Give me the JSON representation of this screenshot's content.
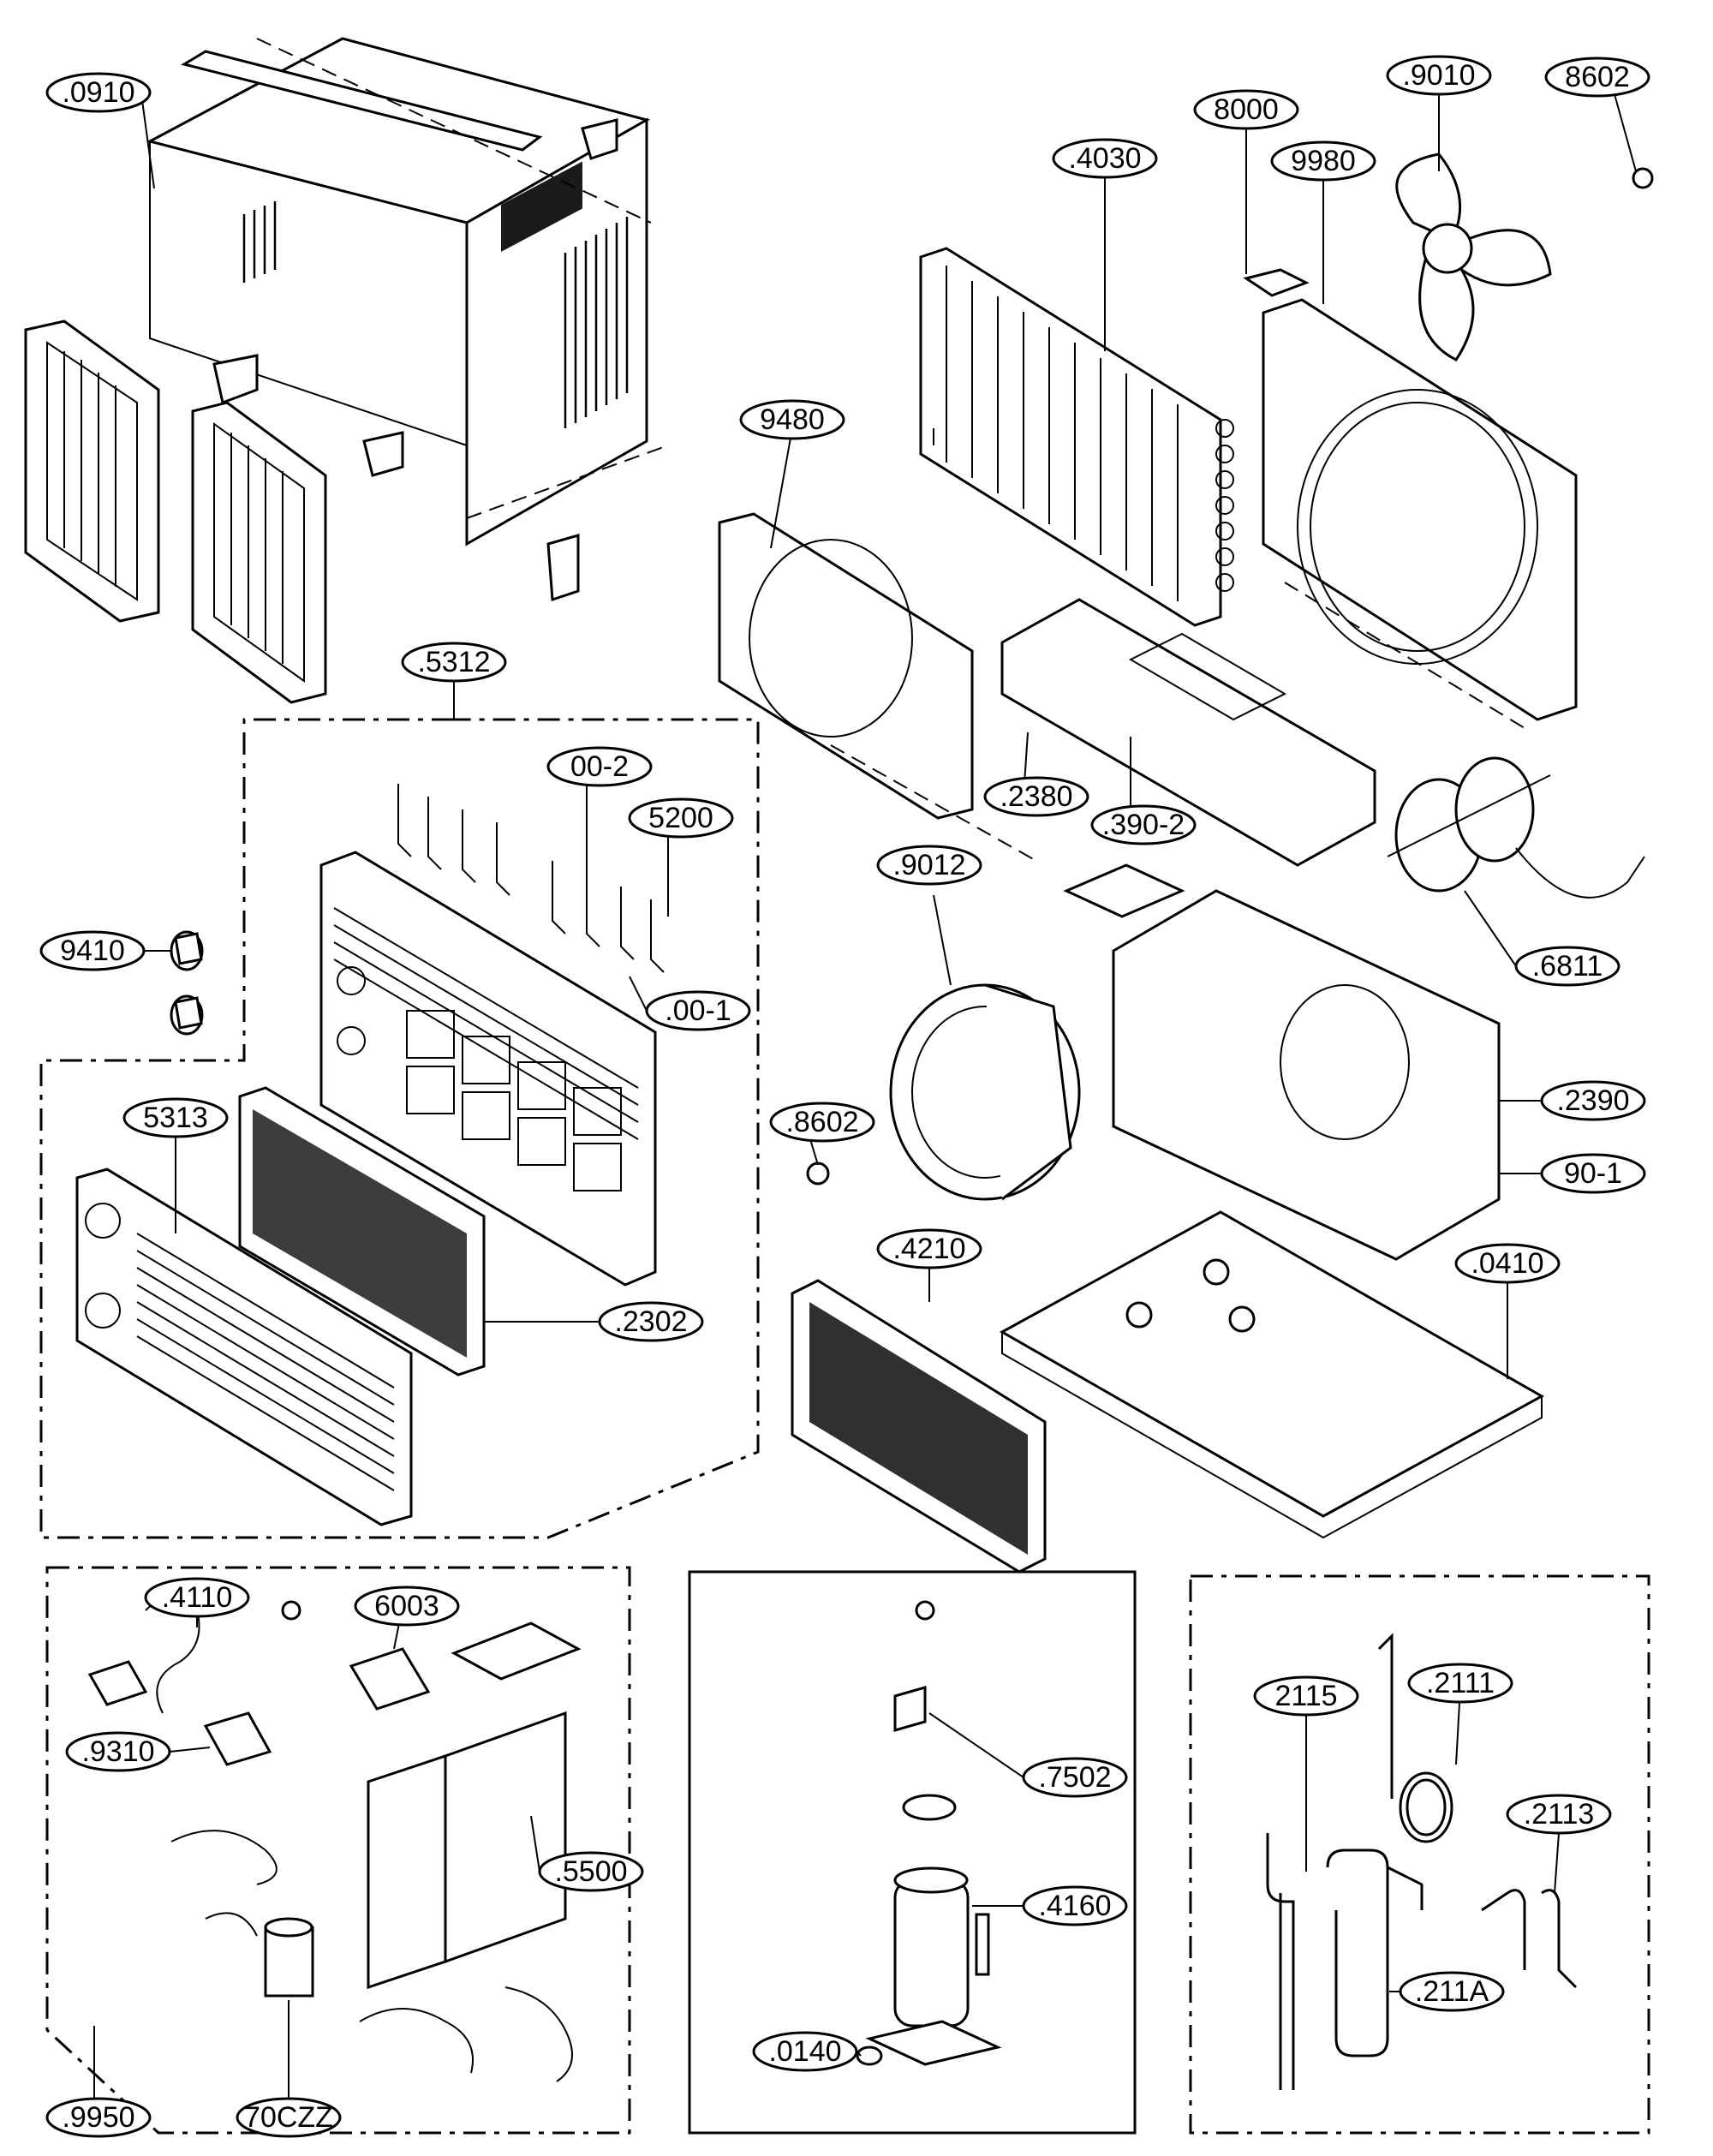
{
  "callouts": {
    "c0910": ".0910",
    "c5312": ".5312",
    "c9410": "9410",
    "c5313": "5313",
    "c2302": ".2302",
    "c00_2": "00-2",
    "c5200": "5200",
    "c00_1": ".00-1",
    "c4030": ".4030",
    "c8000": "8000",
    "c9980": "9980",
    "c9010": ".9010",
    "c8602a": "8602",
    "c9480": "9480",
    "c2380": ".2380",
    "c390_2": ".390-2",
    "c6811": ".6811",
    "c9012": ".9012",
    "c8602b": ".8602",
    "c2390": ".2390",
    "c90_1": "90-1",
    "c4210": ".4210",
    "c0410": ".0410",
    "c4110": ".4110",
    "c6003": "6003",
    "c9310": ".9310",
    "c5500": ".5500",
    "c9950": ".9950",
    "c70CZZ": "70CZZ",
    "c7502": ".7502",
    "c4160": ".4160",
    "c0140": ".0140",
    "c2115": "2115",
    "c2111": ".2111",
    "c2113": ".2113",
    "c211A": ".211A"
  }
}
